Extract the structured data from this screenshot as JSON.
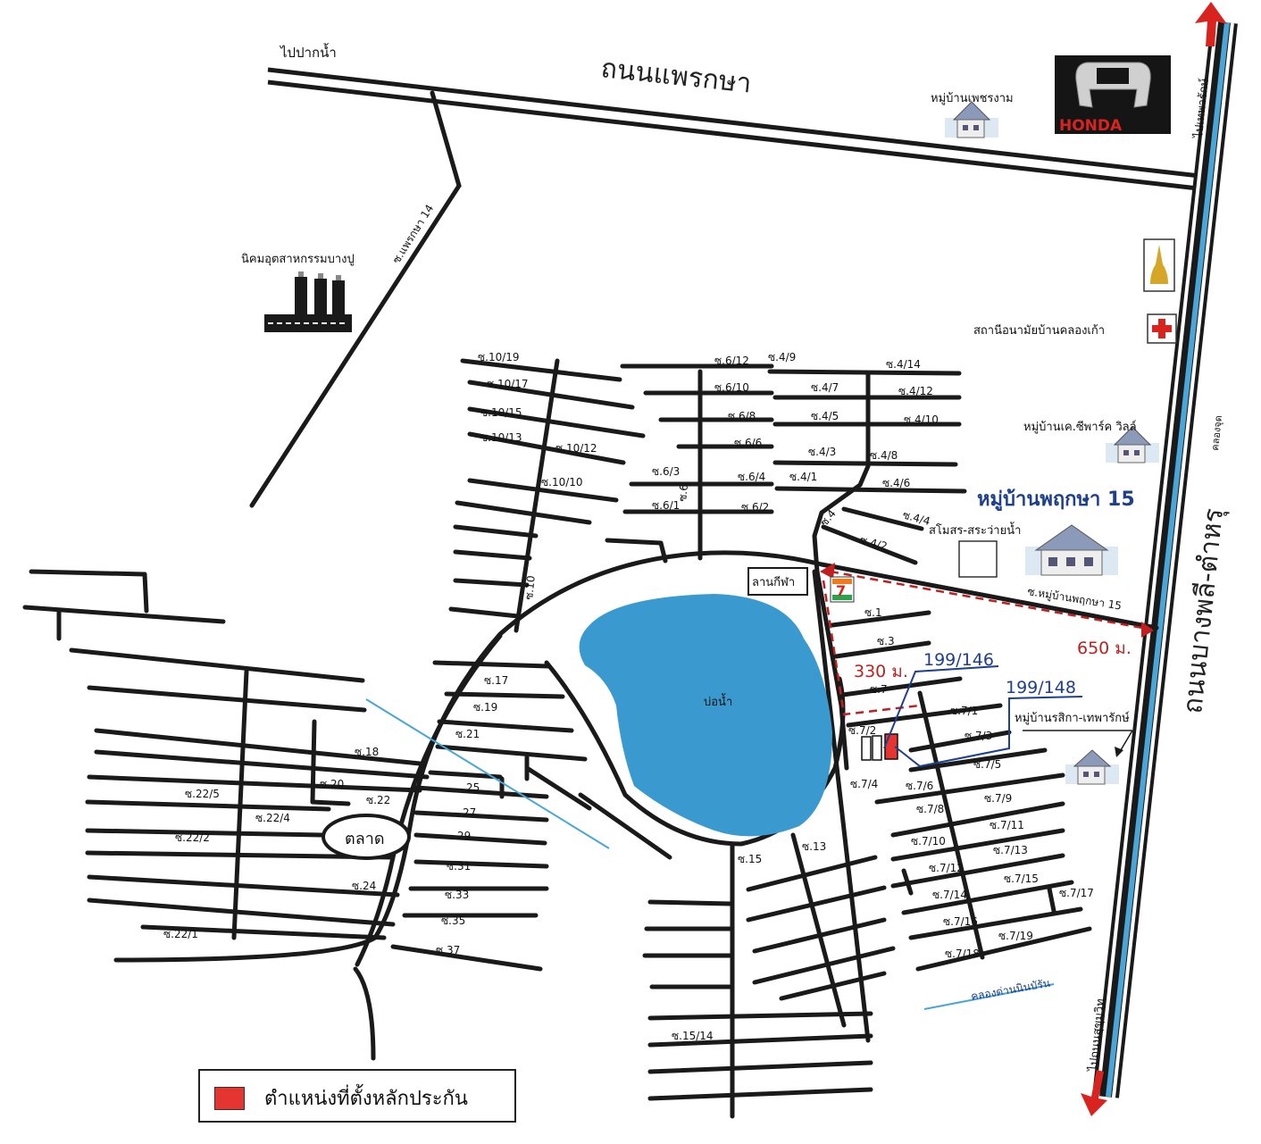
{
  "roads": {
    "phraeksa": "ถนนแพรกษา",
    "bangphli": "ถนนบางพลี-ตำหรุ",
    "to_paknam": "ไปปากน้ำ",
    "to_thepharak": "ไปเทพารักษ์",
    "to_sukhumvit": "ไปถนนสุขุมวิท",
    "soi_phraeksa14": "ซ.แพรกษา 14",
    "soi_pruksa15": "ซ.หมู่บ้านพฤกษา 15",
    "khlong_chut": "คลองจุด",
    "khlong_dan": "คลองด่านนินบัรัน"
  },
  "places": {
    "industrial": "นิคมอุตสาหกรรมบางปู",
    "phetngam": "หมู่บ้านเพชรงาม",
    "honda": "HONDA",
    "health_center": "สถานีอนามัยบ้านคลองเก้า",
    "k_park": "หมู่บ้านเค.ซีพาร์ค วิลล์",
    "pruksa15": "หมู่บ้านพฤกษา 15",
    "clubhouse": "สโมสร-สระว่ายน้ำ",
    "sports": "ลานกีฬา",
    "pond": "บ่อน้ำ",
    "market": "ตลาด",
    "ratsika": "หมู่บ้านรสิกา-เทพารักษ์"
  },
  "plots": {
    "plot1": "199/146",
    "plot2": "199/148",
    "dist1": "330 ม.",
    "dist2": "650 ม."
  },
  "soi_labels": [
    "ซ.10/19",
    "ซ.10/17",
    "ซ.10/15",
    "ซ.10/13",
    "ซ.10/12",
    "ซ.10/10",
    "ซ.10",
    "ซ.6/12",
    "ซ.6/10",
    "ซ.6/8",
    "ซ.6/6",
    "ซ.6/4",
    "ซ.6/3",
    "ซ.6/2",
    "ซ.6/1",
    "ซ.6",
    "ซ.4/9",
    "ซ.4/14",
    "ซ.4/7",
    "ซ.4/12",
    "ซ.4/5",
    "ซ.4/10",
    "ซ.4/3",
    "ซ.4/8",
    "ซ.4/1",
    "ซ.4/6",
    "ซ.4",
    "ซ.4/4",
    "ซ.4/2",
    "ซ.1",
    "ซ.3",
    "ซ.7",
    "ซ.7/1",
    "ซ.7/2",
    "ซ.7/3",
    "ซ.7/5",
    "ซ.7/4",
    "ซ.7/6",
    "ซ.7/9",
    "ซ.7/8",
    "ซ.7/11",
    "ซ.7/10",
    "ซ.7/13",
    "ซ.7/12",
    "ซ.7/15",
    "ซ.7/14",
    "ซ.7/17",
    "ซ.7/16",
    "ซ.7/19",
    "ซ.7/18",
    "ซ.13",
    "ซ.15",
    "ซ.15/14",
    "ซ.17",
    "ซ.19",
    "ซ.21",
    "ซ.18",
    "ซ.20",
    "ซ.22",
    "25",
    "27",
    "29",
    "ซ.31",
    "ซ.33",
    "ซ.35",
    "ซ.37",
    "ซ.22/5",
    "ซ.22/4",
    "ซ.22/2",
    "ซ.24",
    "ซ.22/1"
  ],
  "legend": {
    "label": "ตำแหน่งที่ตั้งหลักประกัน"
  },
  "colors": {
    "pond": "#3a9ad0",
    "plot": "#e53530",
    "dist": "#c02020",
    "highway": "#49a6d6",
    "label_blue": "#1d3f8e"
  }
}
